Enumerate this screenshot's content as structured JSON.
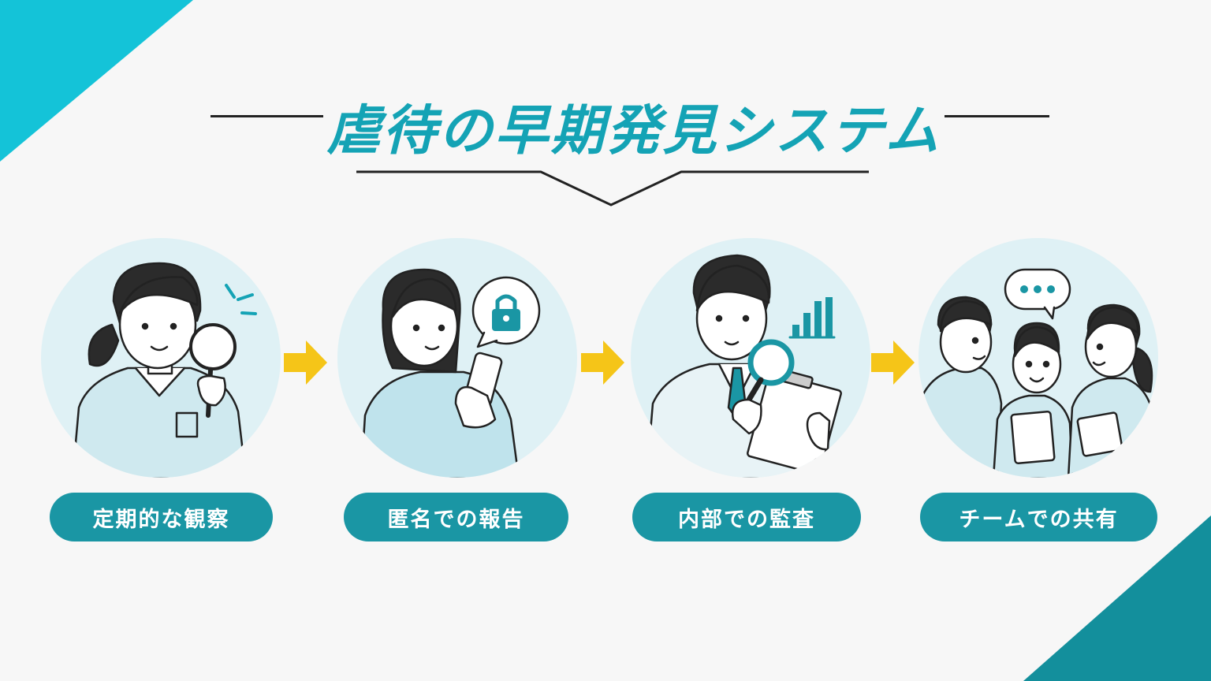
{
  "title": "虐待の早期発見システム",
  "colors": {
    "accent": "#14a3b5",
    "pill": "#1a96a4",
    "arrow": "#f5c518",
    "circle": "#dff1f5",
    "corner_tl": "#14c3d8",
    "corner_br": "#138f9c"
  },
  "steps": [
    {
      "label": "定期的な観察",
      "icon": "magnifier-icon"
    },
    {
      "label": "匿名での報告",
      "icon": "lock-icon"
    },
    {
      "label": "内部での監査",
      "icon": "bar-chart-icon"
    },
    {
      "label": "チームでの共有",
      "icon": "speech-bubble-icon"
    }
  ]
}
